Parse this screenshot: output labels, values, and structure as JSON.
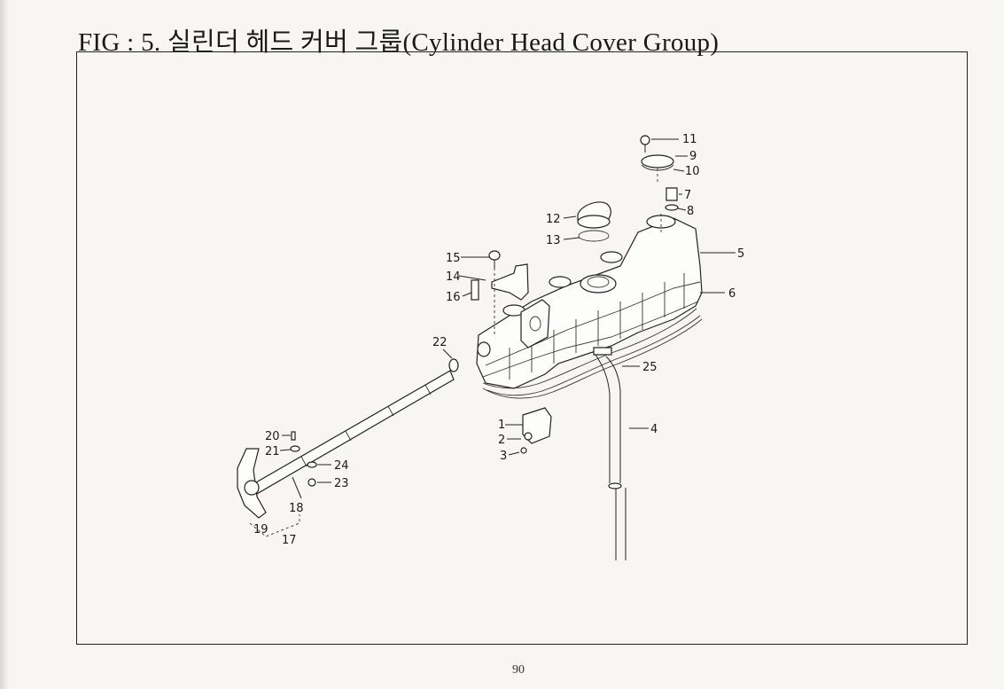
{
  "page": {
    "title": "FIG : 5. 실린더 헤드 커버 그룹(Cylinder Head Cover Group)",
    "page_number": "90"
  },
  "labels": [
    "1",
    "2",
    "3",
    "4",
    "5",
    "6",
    "7",
    "8",
    "9",
    "10",
    "11",
    "12",
    "13",
    "14",
    "15",
    "16",
    "17",
    "18",
    "19",
    "20",
    "21",
    "22",
    "23",
    "24",
    "25"
  ]
}
